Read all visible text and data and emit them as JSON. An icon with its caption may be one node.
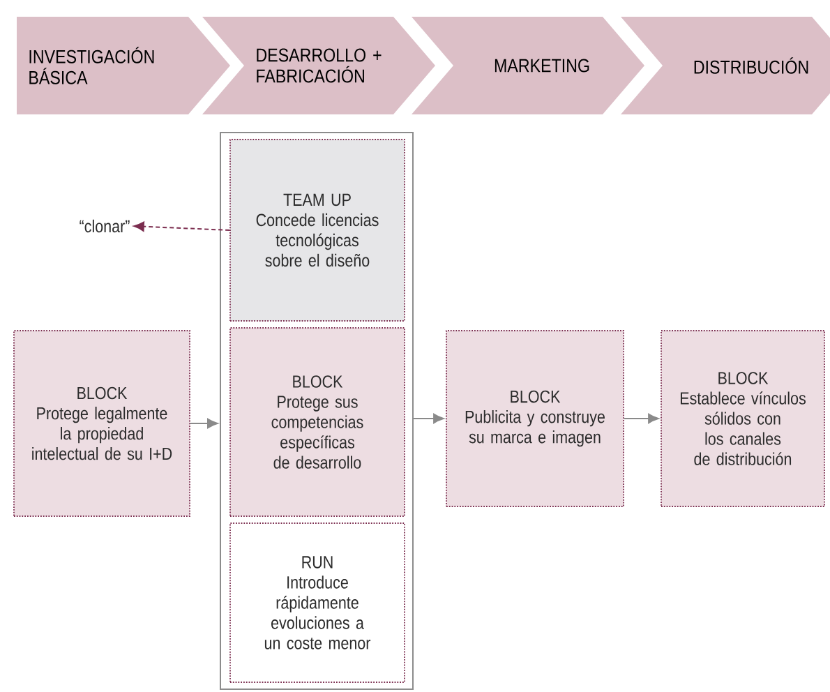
{
  "diagram": {
    "nodes": [
      {
        "text": [
          "INVESTIGACIÓN BÁSICA"
        ]
      },
      {
        "text": [
          "DESARROLLO + FABRICACIÓN"
        ]
      },
      {
        "text": [
          "MARKETING"
        ]
      },
      {
        "text": [
          "DISTRIBUCIÓN"
        ]
      },
      {
        "text": [],
        "shape": "box"
      },
      {
        "text": [
          "TEAM UP",
          "Concede licencias tecnológicas sobre el diseño"
        ],
        "in": 4
      },
      {
        "text": [
          "BLOCK",
          "Protege sus competencias específicas de desarrollo"
        ],
        "in": 4
      },
      {
        "text": [
          "RUN",
          "Introduce rápidamente evoluciones a un coste menor"
        ],
        "in": 4
      },
      {
        "text": [
          "“clonar”"
        ]
      },
      {
        "text": [
          "BLOCK",
          "Protege legalmente la propiedad intelectual de su I+D"
        ]
      },
      {
        "text": [
          "BLOCK",
          "Publicita y construye su marca e imagen"
        ]
      },
      {
        "text": [
          "BLOCK",
          "Establece vínculos sólidos con los canales de distribución"
        ]
      }
    ],
    "edges": [
      {
        "from": 5,
        "to": 8,
        "arrow": "to",
        "style": "dashed",
        "color": "#7b2d4f"
      },
      {
        "from": 9,
        "to": 4,
        "arrow": "to"
      },
      {
        "from": 4,
        "to": 10,
        "arrow": "to"
      },
      {
        "from": 10,
        "to": 11,
        "arrow": "to"
      }
    ]
  }
}
